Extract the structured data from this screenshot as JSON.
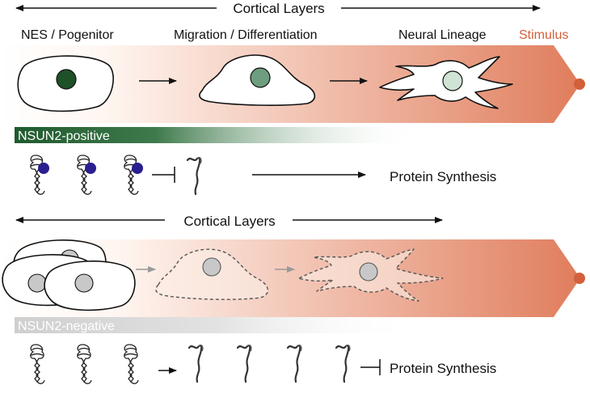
{
  "top_panel": {
    "axis_label": "Cortical Layers",
    "stage_labels": [
      "NES / Pogenitor",
      "Migration / Differentiation",
      "Neural Lineage"
    ],
    "stimulus_label": "Stimulus",
    "status_bar_label": "NSUN2-positive",
    "outcome_label": "Protein Synthesis"
  },
  "bottom_panel": {
    "axis_label": "Cortical Layers",
    "status_bar_label": "NSUN2-negative",
    "outcome_label": "Protein Synthesis"
  },
  "colors": {
    "stimulus": "#d2603a",
    "gradient_end": "#e0805f",
    "nsun2_positive": "#1f5a2e",
    "nsun2_negative": "#d2d2d2",
    "methyl_mark": "#2a1f8f",
    "cell_nucleus_progenitor": "#1f5128",
    "cell_nucleus_migrating": "#6f9d7f",
    "cell_nucleus_neuron": "#cfe4d4",
    "cell_nucleus_negative": "#c8c8c8"
  },
  "icons": [
    "trna-cloverleaf-icon",
    "rna-strand-icon",
    "inhibition-bar-icon",
    "arrow-icon",
    "cell-icon"
  ]
}
